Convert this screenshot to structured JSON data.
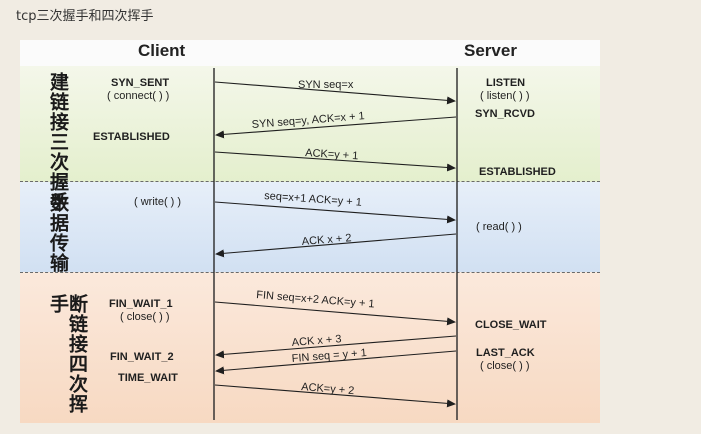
{
  "caption": "tcp三次握手和四次挥手",
  "columns": {
    "client": "Client",
    "server": "Server"
  },
  "phases": {
    "handshake": "建链接三次握手",
    "data_transfer": "数据传输",
    "teardown": "断链接四次挥手"
  },
  "client_states": {
    "syn_sent": "SYN_SENT",
    "connect_call": "( connect( ) )",
    "established": "ESTABLISHED",
    "write_call": "( write( ) )",
    "fin_wait_1": "FIN_WAIT_1",
    "close_call": "( close( ) )",
    "fin_wait_2": "FIN_WAIT_2",
    "time_wait": "TIME_WAIT"
  },
  "server_states": {
    "listen": "LISTEN",
    "listen_call": "( listen( ) )",
    "syn_rcvd": "SYN_RCVD",
    "established": "ESTABLISHED",
    "read_call": "( read( ) )",
    "close_wait": "CLOSE_WAIT",
    "last_ack": "LAST_ACK",
    "close_call": "( close( ) )"
  },
  "messages": {
    "m1": "SYN seq=x",
    "m2": "SYN seq=y, ACK=x + 1",
    "m3": "ACK=y + 1",
    "m4": "seq=x+1 ACK=y + 1",
    "m5": "ACK x + 2",
    "m6": "FIN seq=x+2 ACK=y + 1",
    "m7": "ACK x + 3",
    "m8": "FIN seq = y + 1",
    "m9": "ACK=y + 2"
  }
}
